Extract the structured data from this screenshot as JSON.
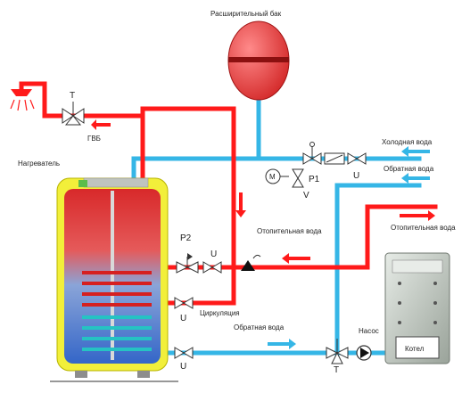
{
  "labels": {
    "expansion_tank": "Расширительный бак",
    "heater": "Нагреватель",
    "valve_t_top": "T",
    "gvs": "ГВБ",
    "cold_water": "Холодная вода",
    "return_water_top": "Обратная вода",
    "heating_water_right": "Отопительная вода",
    "heating_water_center": "Отопительная вода",
    "p1": "P1",
    "u_top": "U",
    "m": "M",
    "v": "V",
    "p2": "P2",
    "u_p2": "U",
    "circulation": "Циркуляция",
    "u_circ": "U",
    "return_water_bottom": "Обратная вода",
    "u_bottom": "U",
    "pump": "Насос",
    "t_bottom": "T",
    "boiler": "Котел"
  },
  "colors": {
    "hot_pipe": "#ff1a1a",
    "cold_pipe": "#35b6e6",
    "tank_body": "#f2ef3a",
    "boiler_body": "#c9cfc9"
  }
}
